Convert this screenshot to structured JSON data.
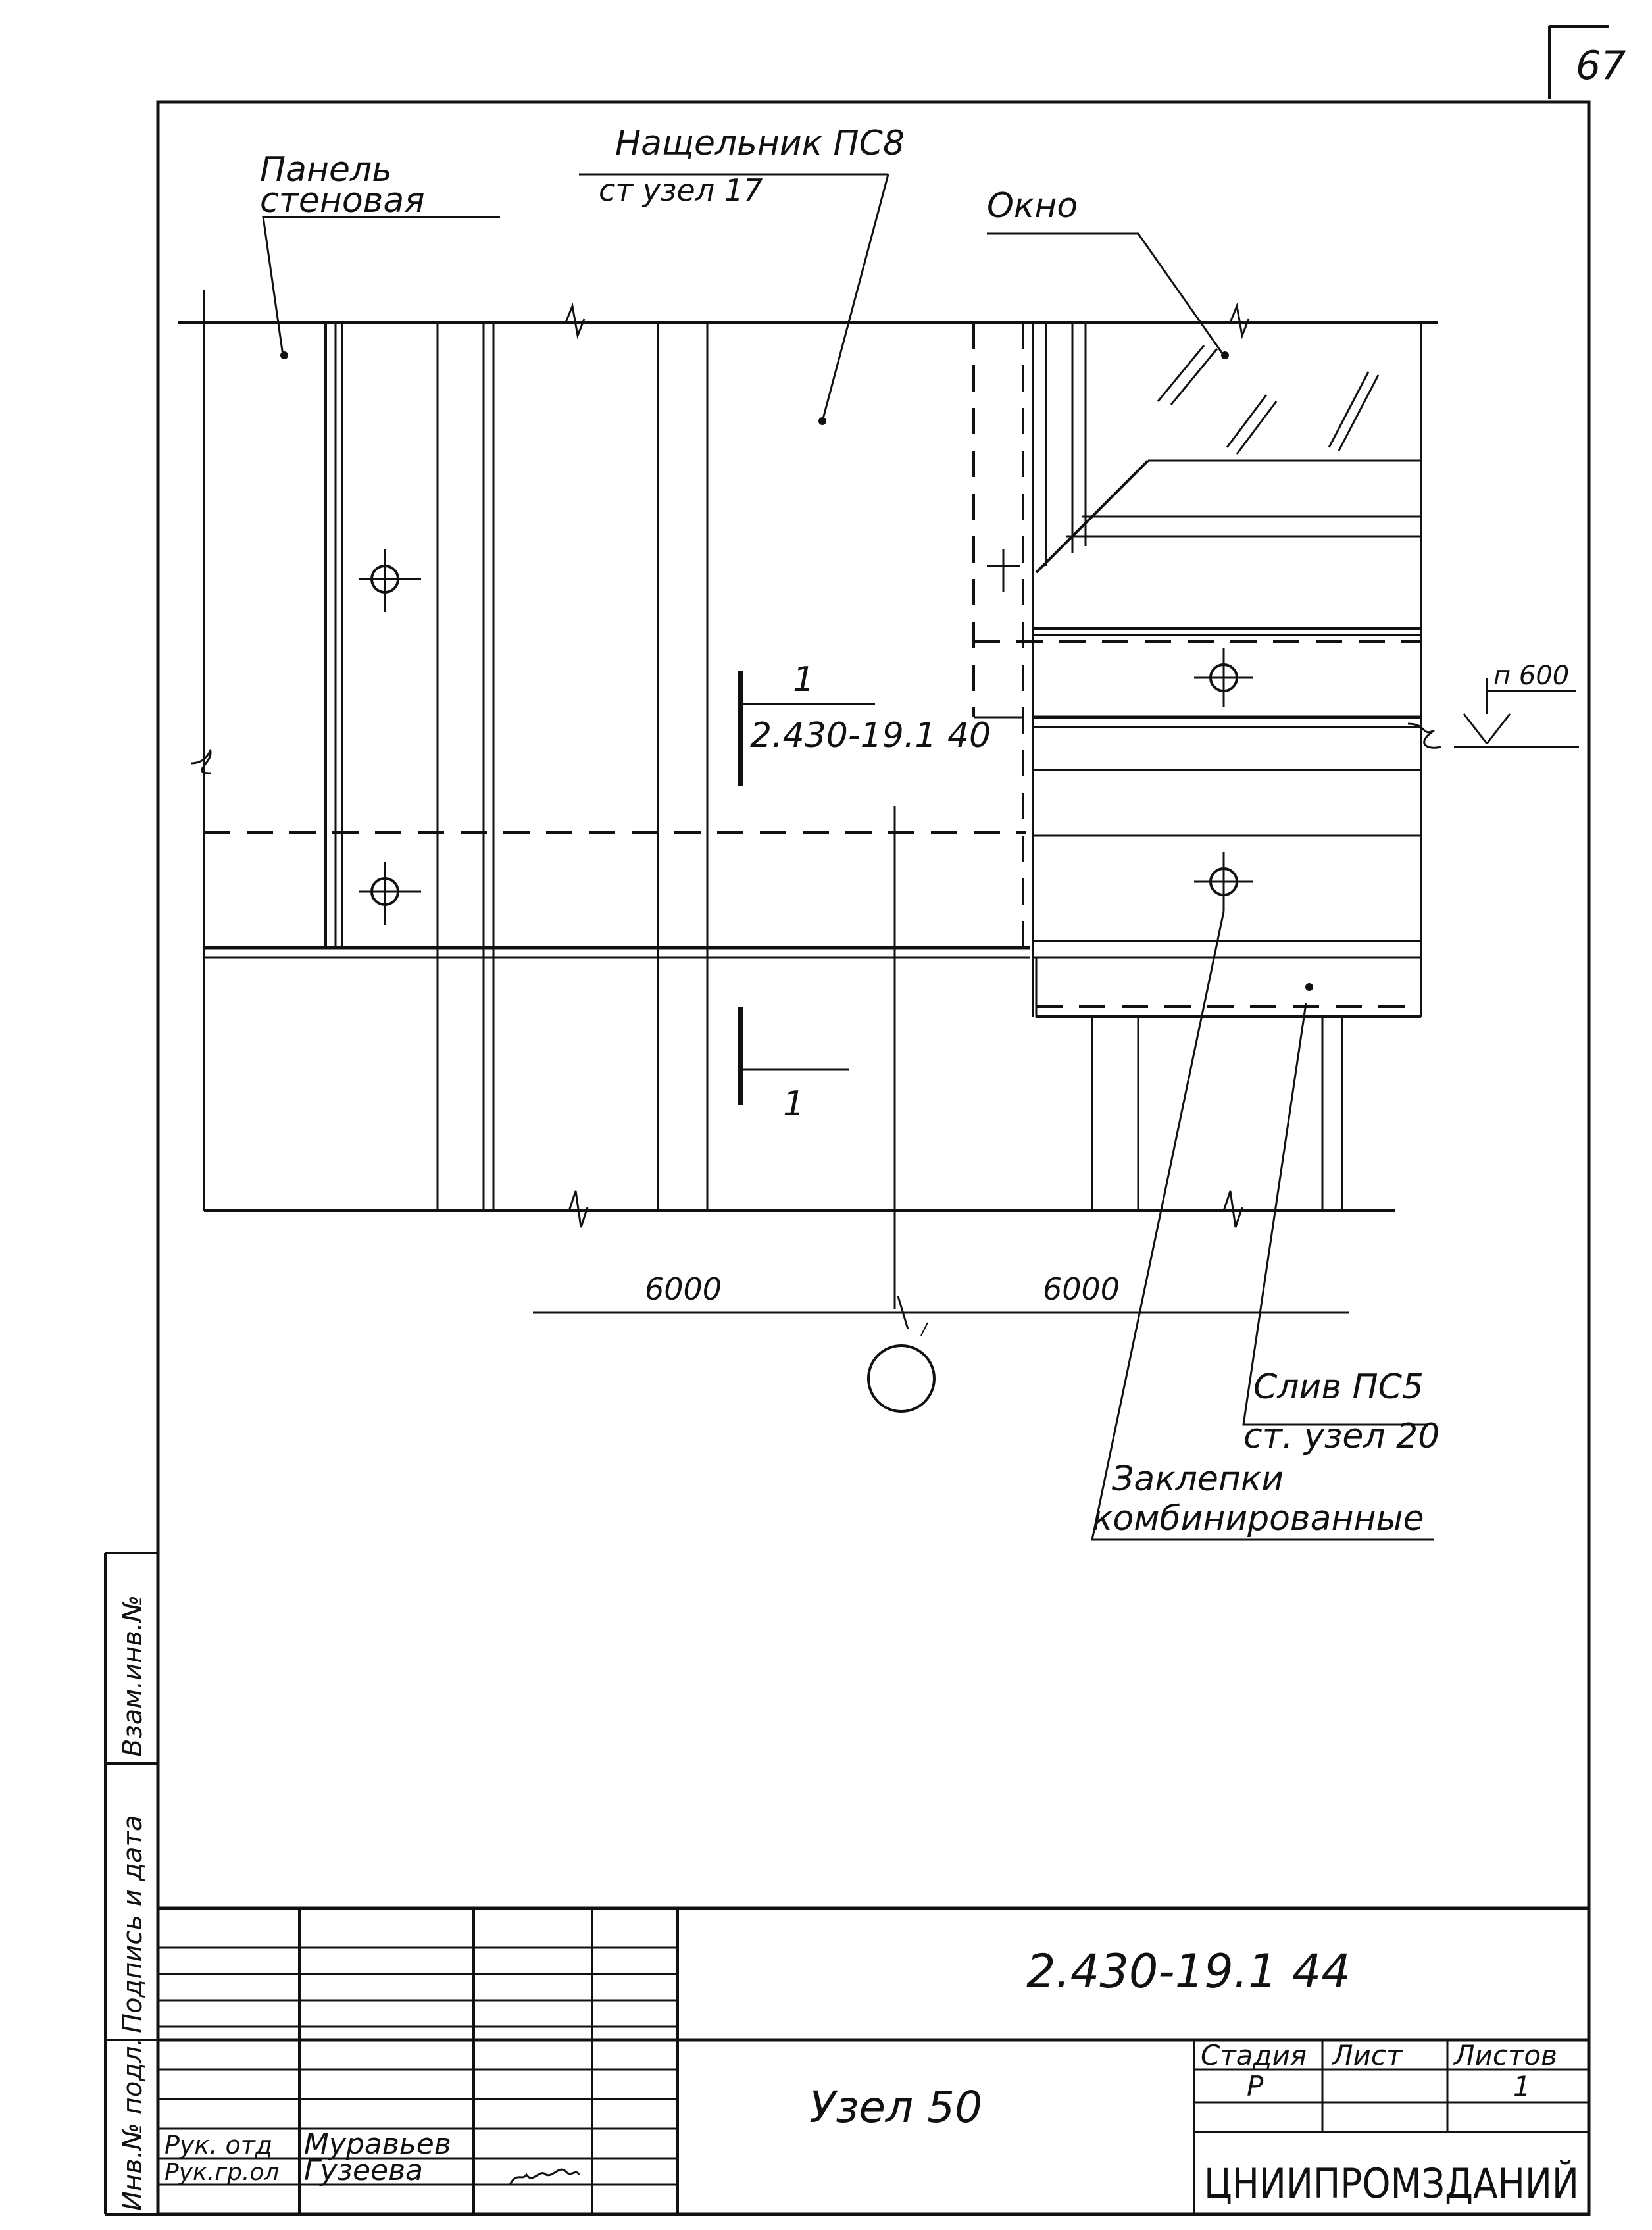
{
  "sheet_number": "67",
  "labels": {
    "panel": [
      "Панель",
      "стеновая"
    ],
    "nashchelnik": [
      "Нащельник ПС8",
      "ст узел 17"
    ],
    "window": "Окно",
    "section_mark": "1",
    "section_ref": "2.430-19.1 40",
    "level": "п 600",
    "dim_left": "6000",
    "dim_right": "6000",
    "sliv": [
      "Слив ПС5",
      "ст. узел 20"
    ],
    "rivets": [
      "Заклепки",
      "комбинированные"
    ]
  },
  "side_stamp": {
    "vzam": "Взам.инв.№",
    "podpis": "Подпись и дата",
    "inv": "Инв.№ подл."
  },
  "title_block": {
    "doc_code": "2.430-19.1 44",
    "title": "Узел 50",
    "org": "ЦНИИПРОМЗДАНИЙ",
    "headers": [
      "Стадия",
      "Лист",
      "Листов"
    ],
    "stage": "Р",
    "sheet": "",
    "sheets": "1",
    "roles": [
      {
        "role": "Рук. отд",
        "name": "Муравьев"
      },
      {
        "role": "Рук.гр.ол",
        "name": "Гузеева"
      }
    ]
  }
}
